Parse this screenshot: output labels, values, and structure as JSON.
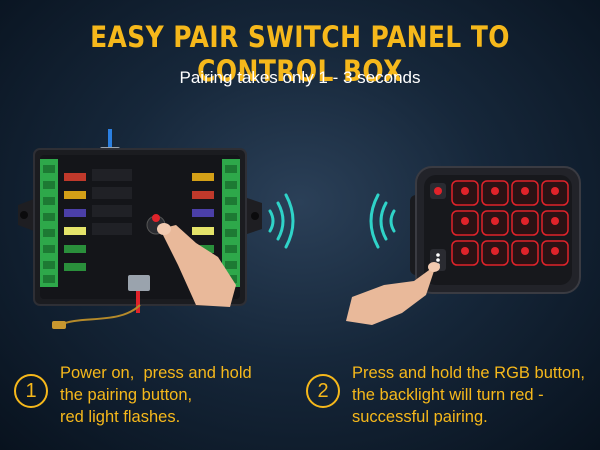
{
  "header": {
    "title": "EASY PAIR SWITCH PANEL TO CONTROL BOX",
    "subtitle": "Pairing takes only 1 - 3 seconds"
  },
  "steps": [
    {
      "number": "1",
      "text": "Power on,  press and hold\nthe pairing button,\nred light flashes."
    },
    {
      "number": "2",
      "text": "Press and hold the RGB button,\nthe backlight will turn red -\nsuccessful pairing."
    }
  ],
  "colors": {
    "accent": "#f6b81b",
    "signal": "#2fd3c8",
    "led_red": "#e0232a",
    "background": "#16273a"
  },
  "icons": [
    "control-box-image",
    "switch-panel-image",
    "signal-waves-icon",
    "hand-pointer-image"
  ]
}
